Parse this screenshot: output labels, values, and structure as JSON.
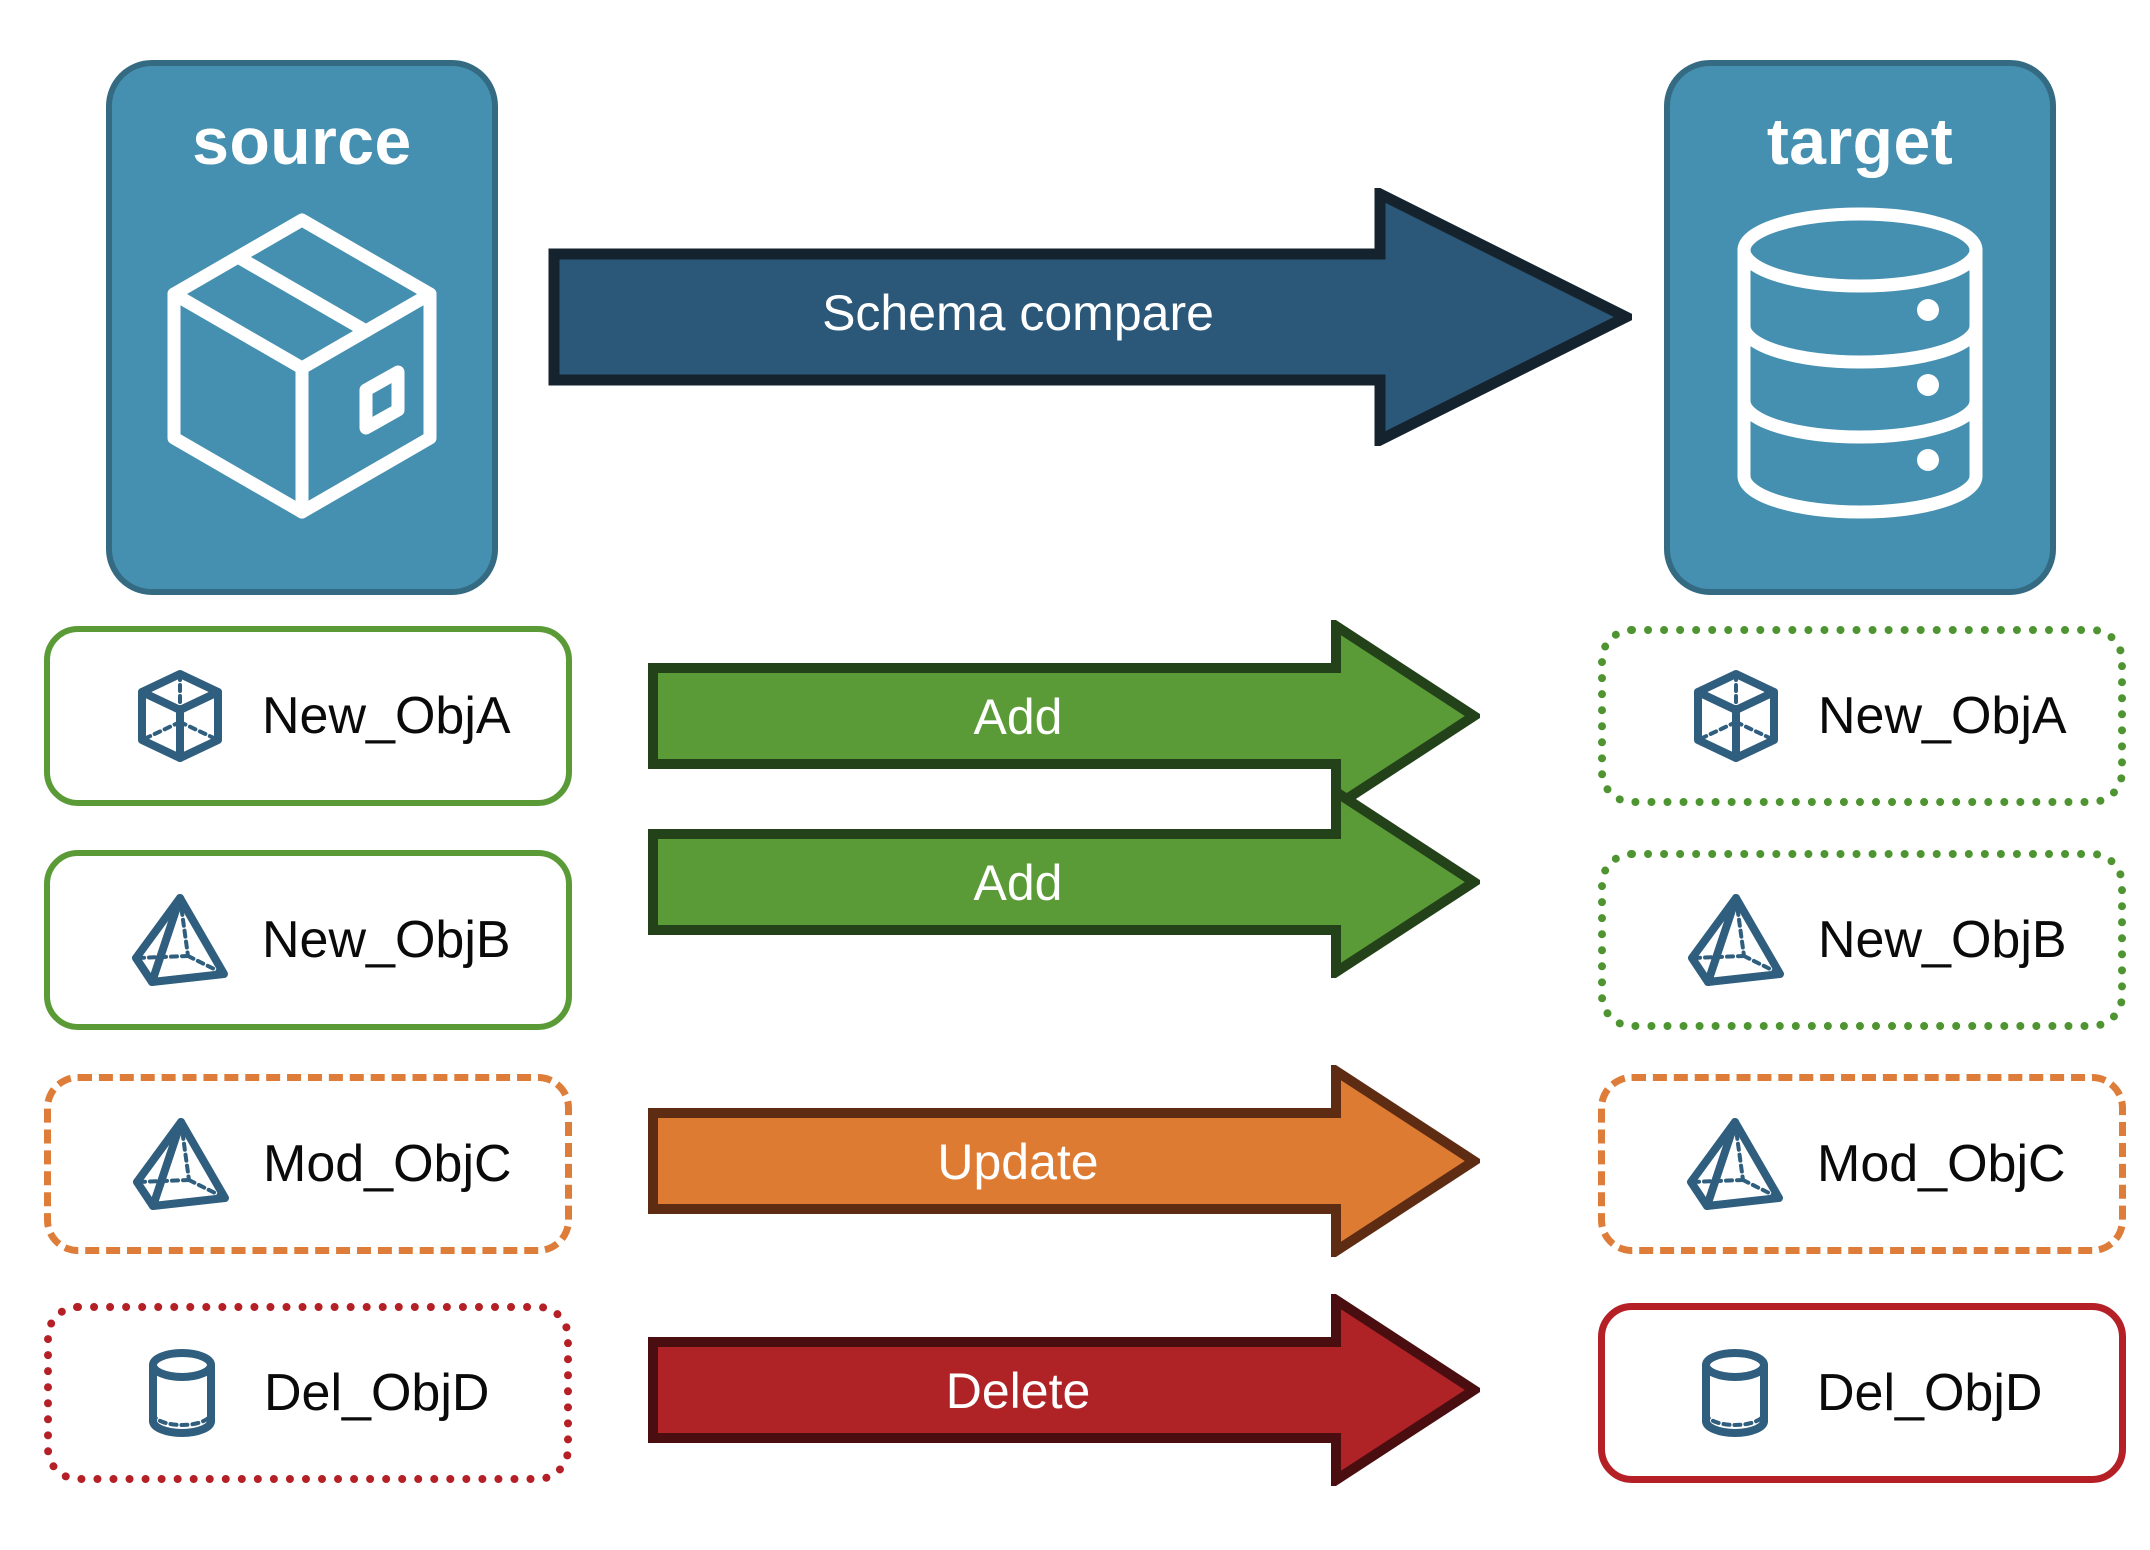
{
  "diagram": {
    "title": "Schema compare source to target",
    "background": "#ffffff"
  },
  "endpoints": [
    {
      "id": "source",
      "label": "source",
      "icon": "package-box-icon",
      "fill": "#4590B0",
      "stroke": "#346B83",
      "glyph_color": "#ffffff"
    },
    {
      "id": "target",
      "label": "target",
      "icon": "database-cylinder-icon",
      "fill": "#4590B0",
      "stroke": "#346B83",
      "glyph_color": "#ffffff"
    }
  ],
  "main_arrow": {
    "label": "Schema compare",
    "fill": "#2B5878",
    "stroke": "#14232E",
    "text_color": "#ffffff",
    "direction": "right"
  },
  "rows": [
    {
      "action": "Add",
      "action_fill": "#5B9B37",
      "action_stroke": "#23421A",
      "source": {
        "label": "New_ObjA",
        "icon": "wireframe-cube-icon",
        "border_color": "#5B9B37",
        "border_style": "solid"
      },
      "target": {
        "label": "New_ObjA",
        "icon": "wireframe-cube-icon",
        "border_color": "#4E9431",
        "border_style": "dotted"
      }
    },
    {
      "action": "Add",
      "action_fill": "#5B9B37",
      "action_stroke": "#23421A",
      "source": {
        "label": "New_ObjB",
        "icon": "wireframe-pyramid-icon",
        "border_color": "#5B9B37",
        "border_style": "solid"
      },
      "target": {
        "label": "New_ObjB",
        "icon": "wireframe-pyramid-icon",
        "border_color": "#4E9431",
        "border_style": "dotted"
      }
    },
    {
      "action": "Update",
      "action_fill": "#DD7B33",
      "action_stroke": "#5E2C12",
      "source": {
        "label": "Mod_ObjC",
        "icon": "wireframe-pyramid-icon",
        "border_color": "#DE7D3A",
        "border_style": "dashed"
      },
      "target": {
        "label": "Mod_ObjC",
        "icon": "wireframe-pyramid-icon",
        "border_color": "#DE7D3A",
        "border_style": "dashed"
      }
    },
    {
      "action": "Delete",
      "action_fill": "#AF2327",
      "action_stroke": "#4A0E10",
      "source": {
        "label": "Del_ObjD",
        "icon": "wireframe-cylinder-icon",
        "border_color": "#B42025",
        "border_style": "dotted"
      },
      "target": {
        "label": "Del_ObjD",
        "icon": "wireframe-cylinder-icon",
        "border_color": "#B42025",
        "border_style": "solid"
      }
    }
  ],
  "palette": {
    "endpoint_blue": "#4590B0",
    "endpoint_blue_dark": "#346B83",
    "arrow_navy": "#2B5878",
    "add_green": "#5B9B37",
    "update_orange": "#DD7B33",
    "delete_red": "#AF2327",
    "icon_steel": "#2F5E7E",
    "text_black": "#0a0a0a"
  }
}
